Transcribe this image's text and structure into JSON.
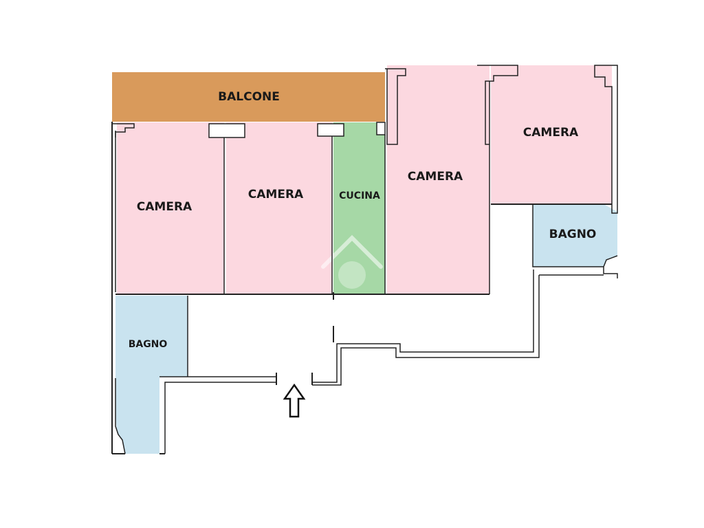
{
  "floorplan": {
    "colors": {
      "camera": "#fcd8e0",
      "bagno": "#c9e3ef",
      "cucina": "#a6d8a6",
      "balcone": "#d99a5b",
      "wall": "#222222",
      "watermark": "#ffffff"
    },
    "rooms": {
      "balcone": {
        "label": "BALCONE",
        "type": "balcone"
      },
      "camera_1": {
        "label": "CAMERA",
        "type": "camera"
      },
      "camera_2": {
        "label": "CAMERA",
        "type": "camera"
      },
      "cucina": {
        "label": "CUCINA",
        "type": "cucina"
      },
      "camera_3": {
        "label": "CAMERA",
        "type": "camera"
      },
      "camera_4": {
        "label": "CAMERA",
        "type": "camera"
      },
      "bagno_1": {
        "label": "BAGNO",
        "type": "bagno"
      },
      "bagno_2": {
        "label": "BAGNO",
        "type": "bagno"
      }
    },
    "entrance": {
      "icon": "entrance-arrow-icon"
    },
    "watermark": {
      "icon": "house-watermark-icon"
    }
  }
}
